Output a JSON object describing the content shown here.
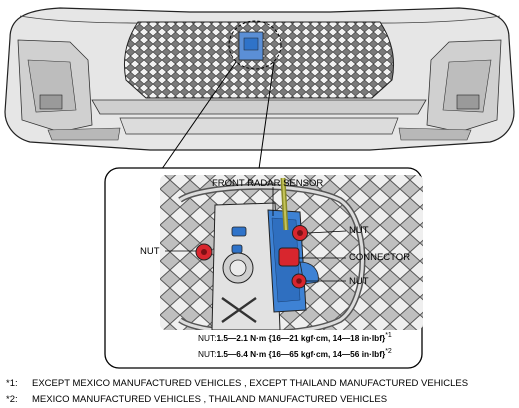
{
  "callouts": {
    "sensor": "FRONT RADAR SENSOR",
    "nut_left": "NUT",
    "nut_top_right": "NUT",
    "connector": "CONNECTOR",
    "nut_bottom_right": "NUT"
  },
  "torque_specs": [
    {
      "label": "NUT:",
      "value": "1.5—2.1 N·m {16—21 kgf·cm, 14—18 in·lbf}",
      "ref": "*1"
    },
    {
      "label": "NUT:",
      "value": "1.5—6.4 N·m {16—65 kgf·cm, 14—56 in·lbf}",
      "ref": "*2"
    }
  ],
  "notes": [
    {
      "label": "*1:",
      "text": "EXCEPT MEXICO MANUFACTURED VEHICLES , EXCEPT THAILAND MANUFACTURED VEHICLES"
    },
    {
      "label": "*2:",
      "text": "MEXICO MANUFACTURED VEHICLES , THAILAND MANUFACTURED VEHICLES"
    }
  ],
  "colors": {
    "sensor_fill": "#2f73c9",
    "nut_fill": "#d8262e",
    "connector_fill": "#d8262e",
    "wire_fill": "#8a8a2a",
    "line": "#000000"
  }
}
